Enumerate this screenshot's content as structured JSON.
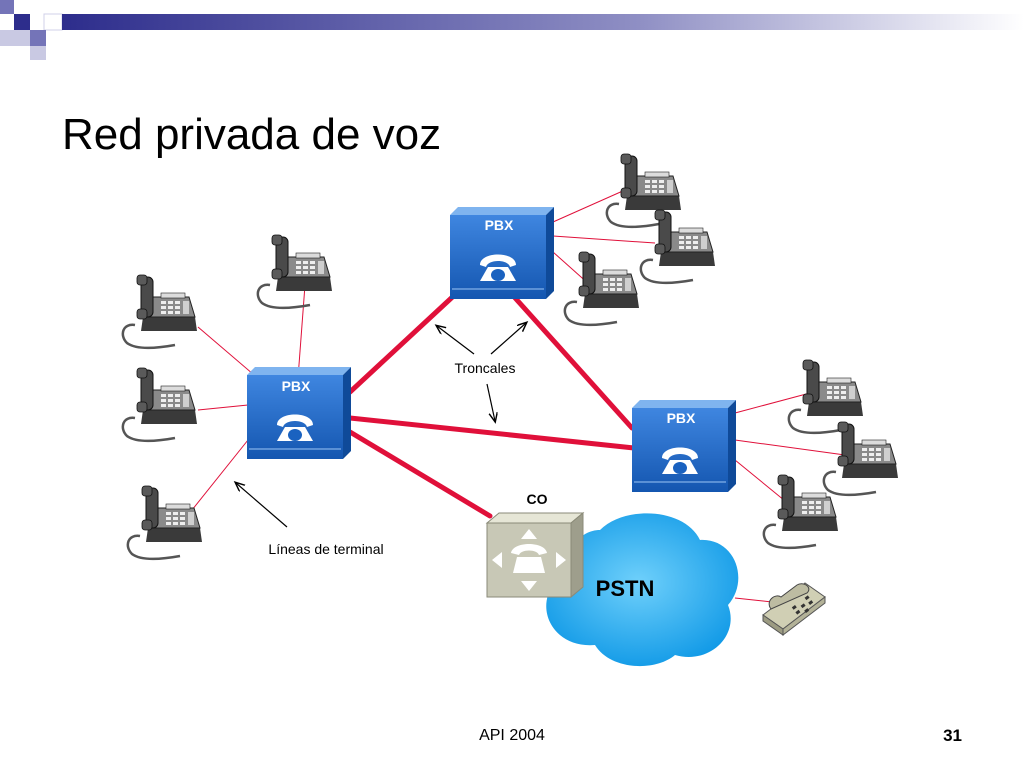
{
  "slide": {
    "title": "Red privada de voz",
    "footer": "API 2004",
    "page_number": "31"
  },
  "diagram": {
    "pbx_label": "PBX",
    "co_label": "CO",
    "pstn_label": "PSTN",
    "trunks_label": "Troncales",
    "terminal_lines_label": "Líneas de terminal"
  },
  "colors": {
    "trunk_line": "#e0103a",
    "terminal_line": "#e0103a",
    "pbx_blue": "#1f6fd0",
    "cloud_blue": "#18a8ee",
    "co_gray": "#c8c8b6"
  },
  "icons": [
    "phone-icon",
    "pbx-icon",
    "central-office-icon",
    "cloud-icon",
    "arrow-icon"
  ]
}
